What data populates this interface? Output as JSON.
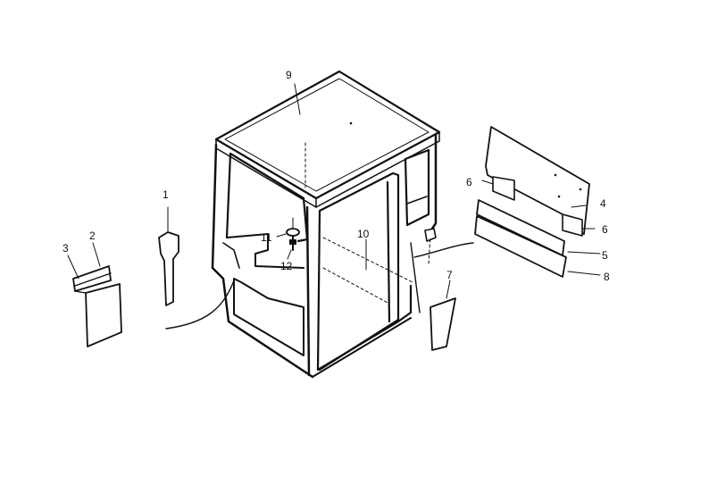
{
  "colors": {
    "ink": "#111111",
    "background": "#ffffff"
  },
  "labels": {
    "l1": "1",
    "l2": "2",
    "l3": "3",
    "l4": "4",
    "l5": "5",
    "l6a": "6",
    "l6b": "6",
    "l7": "7",
    "l8": "8",
    "l9": "9",
    "l10": "10",
    "l11": "11",
    "l12": "12"
  }
}
